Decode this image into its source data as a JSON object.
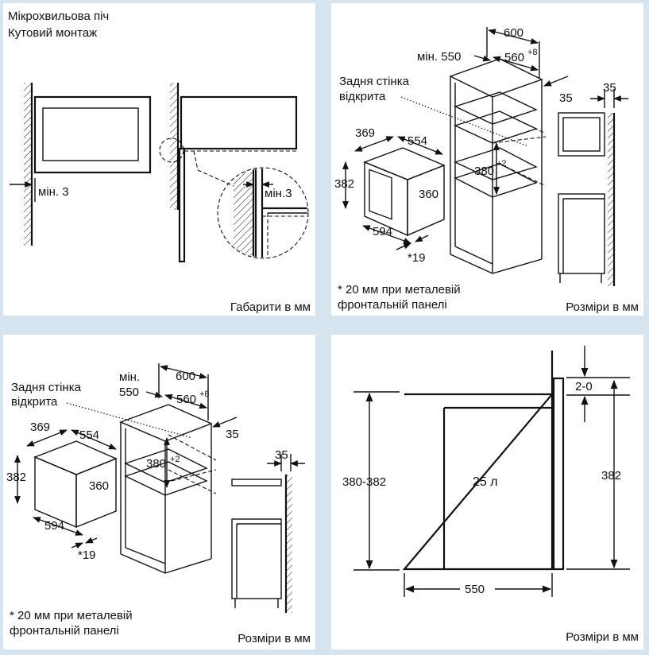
{
  "panel1": {
    "title_line1": "Мікрохвильова піч",
    "title_line2": "Кутовий монтаж",
    "label_min3_left": "мін. 3",
    "label_min3_detail": "мін.3",
    "footer": "Габарити в мм"
  },
  "panel2": {
    "back_wall_line1": "Задня стінка",
    "back_wall_line2": "відкрита",
    "dim_600": "600",
    "dim_min550": "мін. 550",
    "dim_560": "560",
    "dim_560_sup": "+8",
    "dim_35_cab": "35",
    "dim_35_side": "35",
    "dim_369": "369",
    "dim_554": "554",
    "dim_382": "382",
    "dim_360": "360",
    "dim_380": "380",
    "dim_380_sup": "+2",
    "dim_594": "594",
    "dim_19": "*19",
    "note_line1": "* 20 мм при металевій",
    "note_line2": "фронтальній панелі",
    "footer": "Розміри в мм"
  },
  "panel3": {
    "back_wall_line1": "Задня стінка",
    "back_wall_line2": "відкрита",
    "dim_min_line1": "мін.",
    "dim_min_line2": "550",
    "dim_600": "600",
    "dim_560": "560",
    "dim_560_sup": "+8",
    "dim_35_cab": "35",
    "dim_35_side": "35",
    "dim_369": "369",
    "dim_554": "554",
    "dim_382": "382",
    "dim_360": "360",
    "dim_380": "380",
    "dim_380_sup": "+2",
    "dim_594": "594",
    "dim_19": "*19",
    "note_line1": "* 20 мм при металевій",
    "note_line2": "фронтальній панелі",
    "footer": "Розміри в мм"
  },
  "panel4": {
    "dim_20": "2-0",
    "dim_380_382": "380-382",
    "volume": "25 л",
    "dim_382": "382",
    "dim_550": "550",
    "footer": "Розміри в мм"
  }
}
